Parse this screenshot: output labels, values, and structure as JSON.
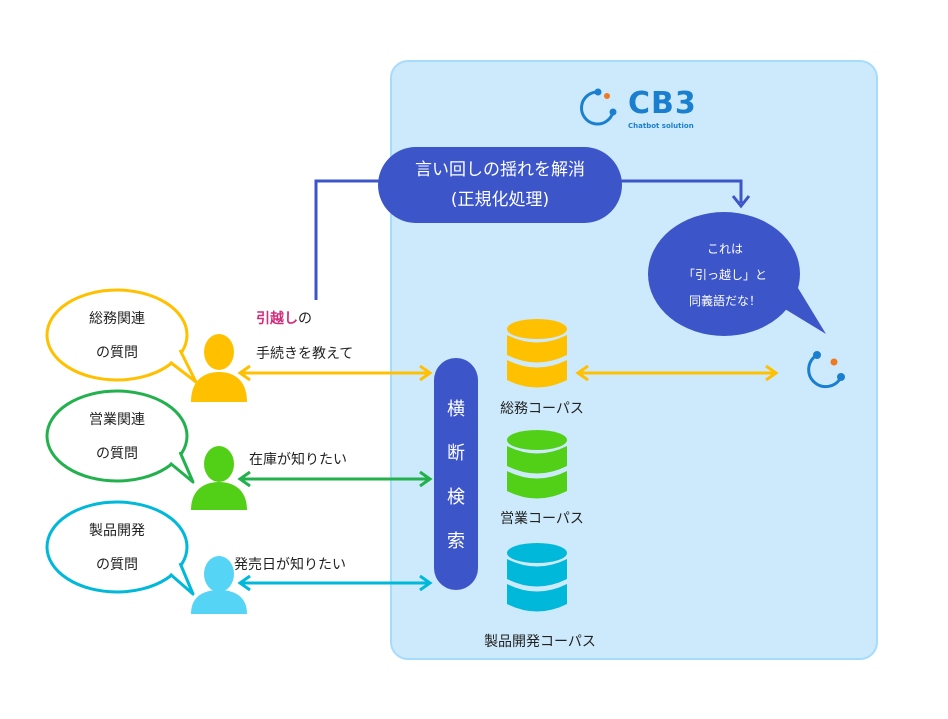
{
  "colors": {
    "panel_bg": "#cdeafd",
    "panel_border": "#a6dcfb",
    "brand_blue": "#3c55c8",
    "logo_blue": "#1b7fd0",
    "logo_dot": "#f07820",
    "general_affairs": "#ffc000",
    "sales": "#52d017",
    "sales_arrow": "#22b14c",
    "product_dev": "#00b8d9",
    "product_dev_person": "#55d4f5",
    "highlight": "#d02e7c"
  },
  "logo": {
    "name": "CB3",
    "tagline": "Chatbot solution",
    "icon": "cb3-ring-icon"
  },
  "normalization": {
    "line1": "言い回しの揺れを解消",
    "line2": "(正規化処理)"
  },
  "synonym_bubble": {
    "line1": "これは",
    "line2": "「引っ越し」と",
    "line3": "同義語だな！"
  },
  "search": {
    "chars": [
      "横",
      "断",
      "検",
      "索"
    ]
  },
  "users": [
    {
      "bubble_line1": "総務関連",
      "bubble_line2": "の質問",
      "query_highlight": "引越し",
      "query_part1_rest": "の",
      "query_line2": "手続きを教えて",
      "icon": "person-icon"
    },
    {
      "bubble_line1": "営業関連",
      "bubble_line2": "の質問",
      "query": "在庫が知りたい",
      "icon": "person-icon"
    },
    {
      "bubble_line1": "製品開発",
      "bubble_line2": "の質問",
      "query": "発売日が知りたい",
      "icon": "person-icon"
    }
  ],
  "corpora": [
    {
      "label": "総務コーパス",
      "icon": "database-icon"
    },
    {
      "label": "営業コーパス",
      "icon": "database-icon"
    },
    {
      "label": "製品開発コーパス",
      "icon": "database-icon"
    }
  ]
}
